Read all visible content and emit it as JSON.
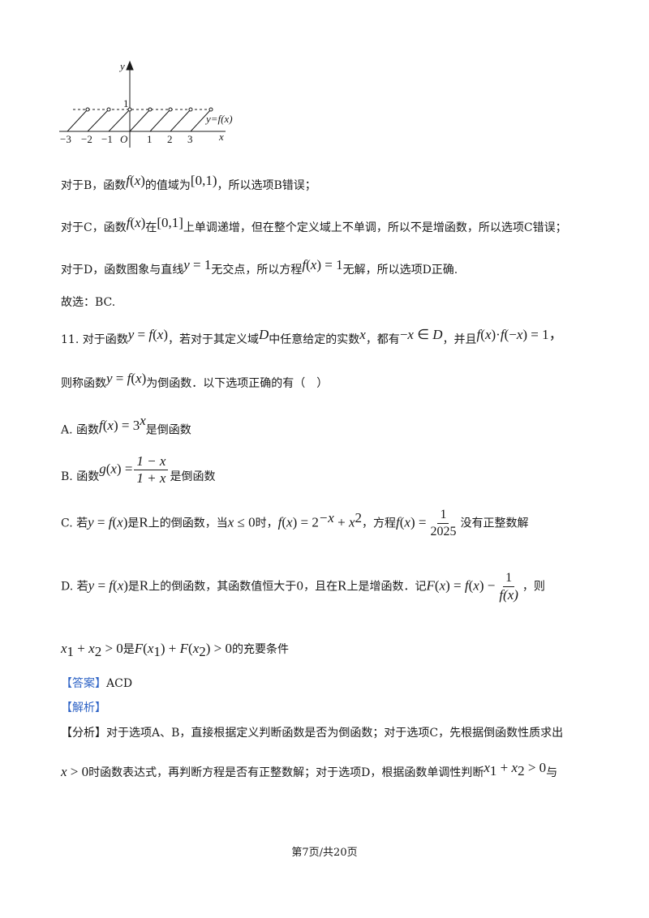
{
  "graph": {
    "y_axis": "y",
    "x_axis": "x",
    "origin": "O",
    "y_tick": "1",
    "curve_label": "y=f(x)",
    "x_ticks": [
      "−3",
      "−2",
      "−1",
      "1",
      "2",
      "3"
    ]
  },
  "lines": {
    "b_prefix": "对于B，函数",
    "b_mid": "的值域为",
    "b_suffix": "，所以选项B错误；",
    "c_prefix": "对于C，函数",
    "c_mid": "在",
    "c_suffix": "上单调递增，但在整个定义域上不单调，所以不是增函数，所以选项C错误；",
    "d_prefix": "对于D，函数图象与直线",
    "d_mid": "无交点，所以方程",
    "d_suffix": "无解，所以选项D正确.",
    "choose": "故选：BC."
  },
  "q11": {
    "num": "11. 对于函数",
    "t1": "，若对于其定义域",
    "t2": "中任意给定的实数",
    "t3": "，都有",
    "t4": "，并且",
    "cont1": "则称函数",
    "cont2": "为倒函数．以下选项正确的有（　）",
    "A_pre": "A. 函数",
    "A_post": "是倒函数",
    "B_pre": "B. 函数",
    "B_post": "是倒函数",
    "C_pre": "C. 若",
    "C_t1": "是",
    "C_t2": "上的倒函数，当",
    "C_t3": "时，",
    "C_t4": "，方程",
    "C_t5": "没有正整数解",
    "D_pre": "D. 若",
    "D_t1": "是",
    "D_t2": "上的倒函数，其函数值恒大于0，且在",
    "D_t3": "上是增函数．记",
    "D_t4": "，则",
    "D2_t1": "是",
    "D2_t2": "的充要条件"
  },
  "answer": {
    "label": "【答案】",
    "value": "ACD",
    "analysis_label": "【解析】",
    "analysis_tag": "【分析】",
    "analysis_text": "对于选项A、B，直接根据定义判断函数是否为倒函数；对于选项C，先根据倒函数性质求出",
    "analysis2_t1": "时函数表达式，再判断方程是否有正整数解；对于选项D，根据函数单调性判断",
    "analysis2_t2": "与"
  },
  "footer": "第7页/共20页"
}
